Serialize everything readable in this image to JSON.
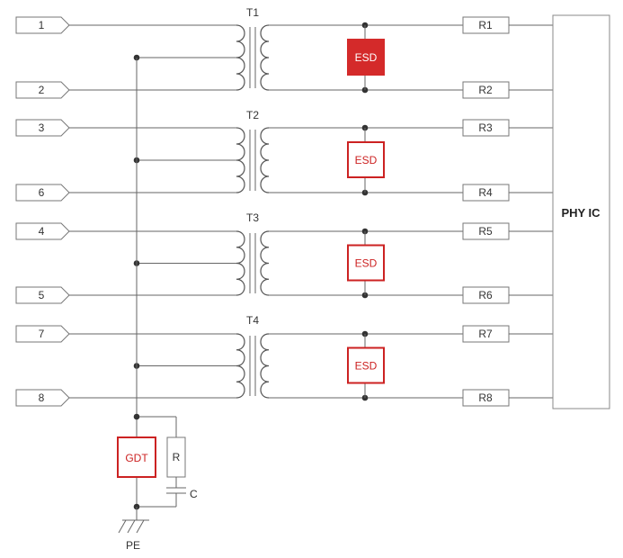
{
  "connector_pins": [
    "1",
    "2",
    "3",
    "6",
    "4",
    "5",
    "7",
    "8"
  ],
  "transformers": [
    "T1",
    "T2",
    "T3",
    "T4"
  ],
  "esd_label": "ESD",
  "resistor_outputs": [
    "R1",
    "R2",
    "R3",
    "R4",
    "R5",
    "R6",
    "R7",
    "R8"
  ],
  "phy_label": "PHY IC",
  "gdt_label": "GDT",
  "resistor_label": "R",
  "capacitor_label": "C",
  "ground_label": "PE",
  "colors": {
    "accent": "#cc2222",
    "accent_fill": "#d42a2a",
    "line": "#666666"
  }
}
